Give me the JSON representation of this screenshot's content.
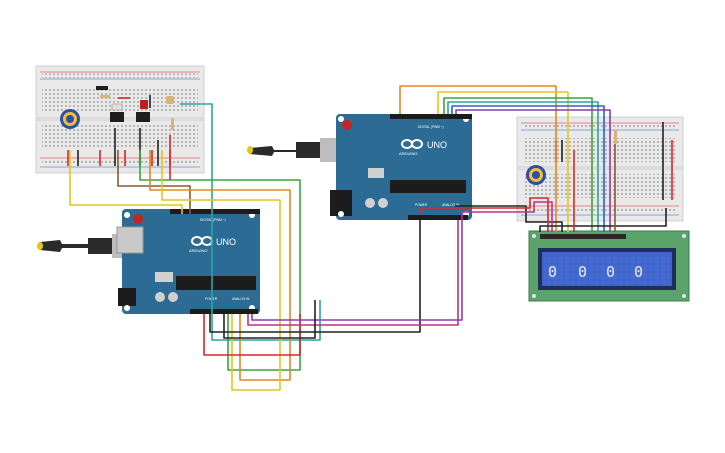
{
  "arduino_left": {
    "logo": "ARDUINO",
    "model": "UNO",
    "digital_label": "DIGITAL (PWM ~)",
    "power_label": "POWER",
    "analog_label": "ANALOG IN"
  },
  "arduino_right": {
    "logo": "ARDUINO",
    "model": "UNO",
    "digital_label": "DIGITAL (PWM ~)",
    "power_label": "POWER",
    "analog_label": "ANALOG IN"
  },
  "lcd": {
    "digits": [
      "0",
      "0",
      "0",
      "0"
    ]
  },
  "colors": {
    "pcb": "#2b6b94",
    "breadboard": "#e9e9e9",
    "lcd_board": "#5aa36a",
    "lcd_screen": "#3f63c8",
    "wire_red": "#d9262b",
    "wire_black": "#222222",
    "wire_yellow": "#e6c619",
    "wire_orange": "#e0891f",
    "wire_green": "#39a638",
    "wire_blue": "#2b62c9",
    "wire_purple": "#8a3db0",
    "wire_magenta": "#c22d8f",
    "wire_teal": "#2aa5a5",
    "wire_brown": "#8b5a2b"
  }
}
